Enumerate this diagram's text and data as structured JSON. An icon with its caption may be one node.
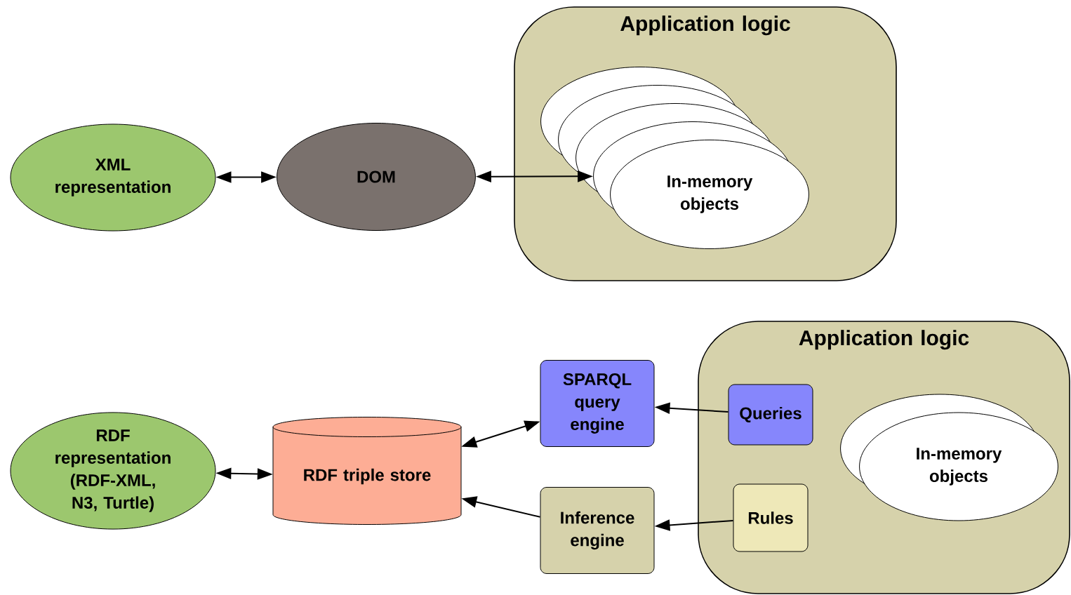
{
  "diagram": {
    "nodes": [
      {
        "text": [
          "XML representation"
        ]
      },
      {
        "text": [
          "DOM"
        ]
      },
      {
        "text": [
          "Application logic"
        ]
      },
      {
        "text": [
          "In-memory objects"
        ],
        "in": 2
      },
      {
        "text": [
          "RDF representation (RDF-XML, N3, Turtle)"
        ]
      },
      {
        "text": [
          "RDF triple store"
        ]
      },
      {
        "text": [
          "SPARQL query engine"
        ]
      },
      {
        "text": [
          "Inference engine"
        ]
      },
      {
        "text": [
          "Application logic"
        ]
      },
      {
        "text": [
          "Queries"
        ],
        "in": 8
      },
      {
        "text": [
          "Rules"
        ],
        "in": 8
      },
      {
        "text": [
          "In-memory objects"
        ],
        "in": 8
      }
    ],
    "edges": [
      {
        "from": 0,
        "to": 1,
        "arrow": "both"
      },
      {
        "from": 1,
        "to": 3,
        "arrow": "both"
      },
      {
        "from": 4,
        "to": 5,
        "arrow": "both"
      },
      {
        "from": 5,
        "to": 6,
        "arrow": "both"
      },
      {
        "from": 7,
        "to": 5,
        "arrow": "to"
      },
      {
        "from": 9,
        "to": 6,
        "arrow": "to"
      },
      {
        "from": 10,
        "to": 7,
        "arrow": "to"
      }
    ]
  }
}
